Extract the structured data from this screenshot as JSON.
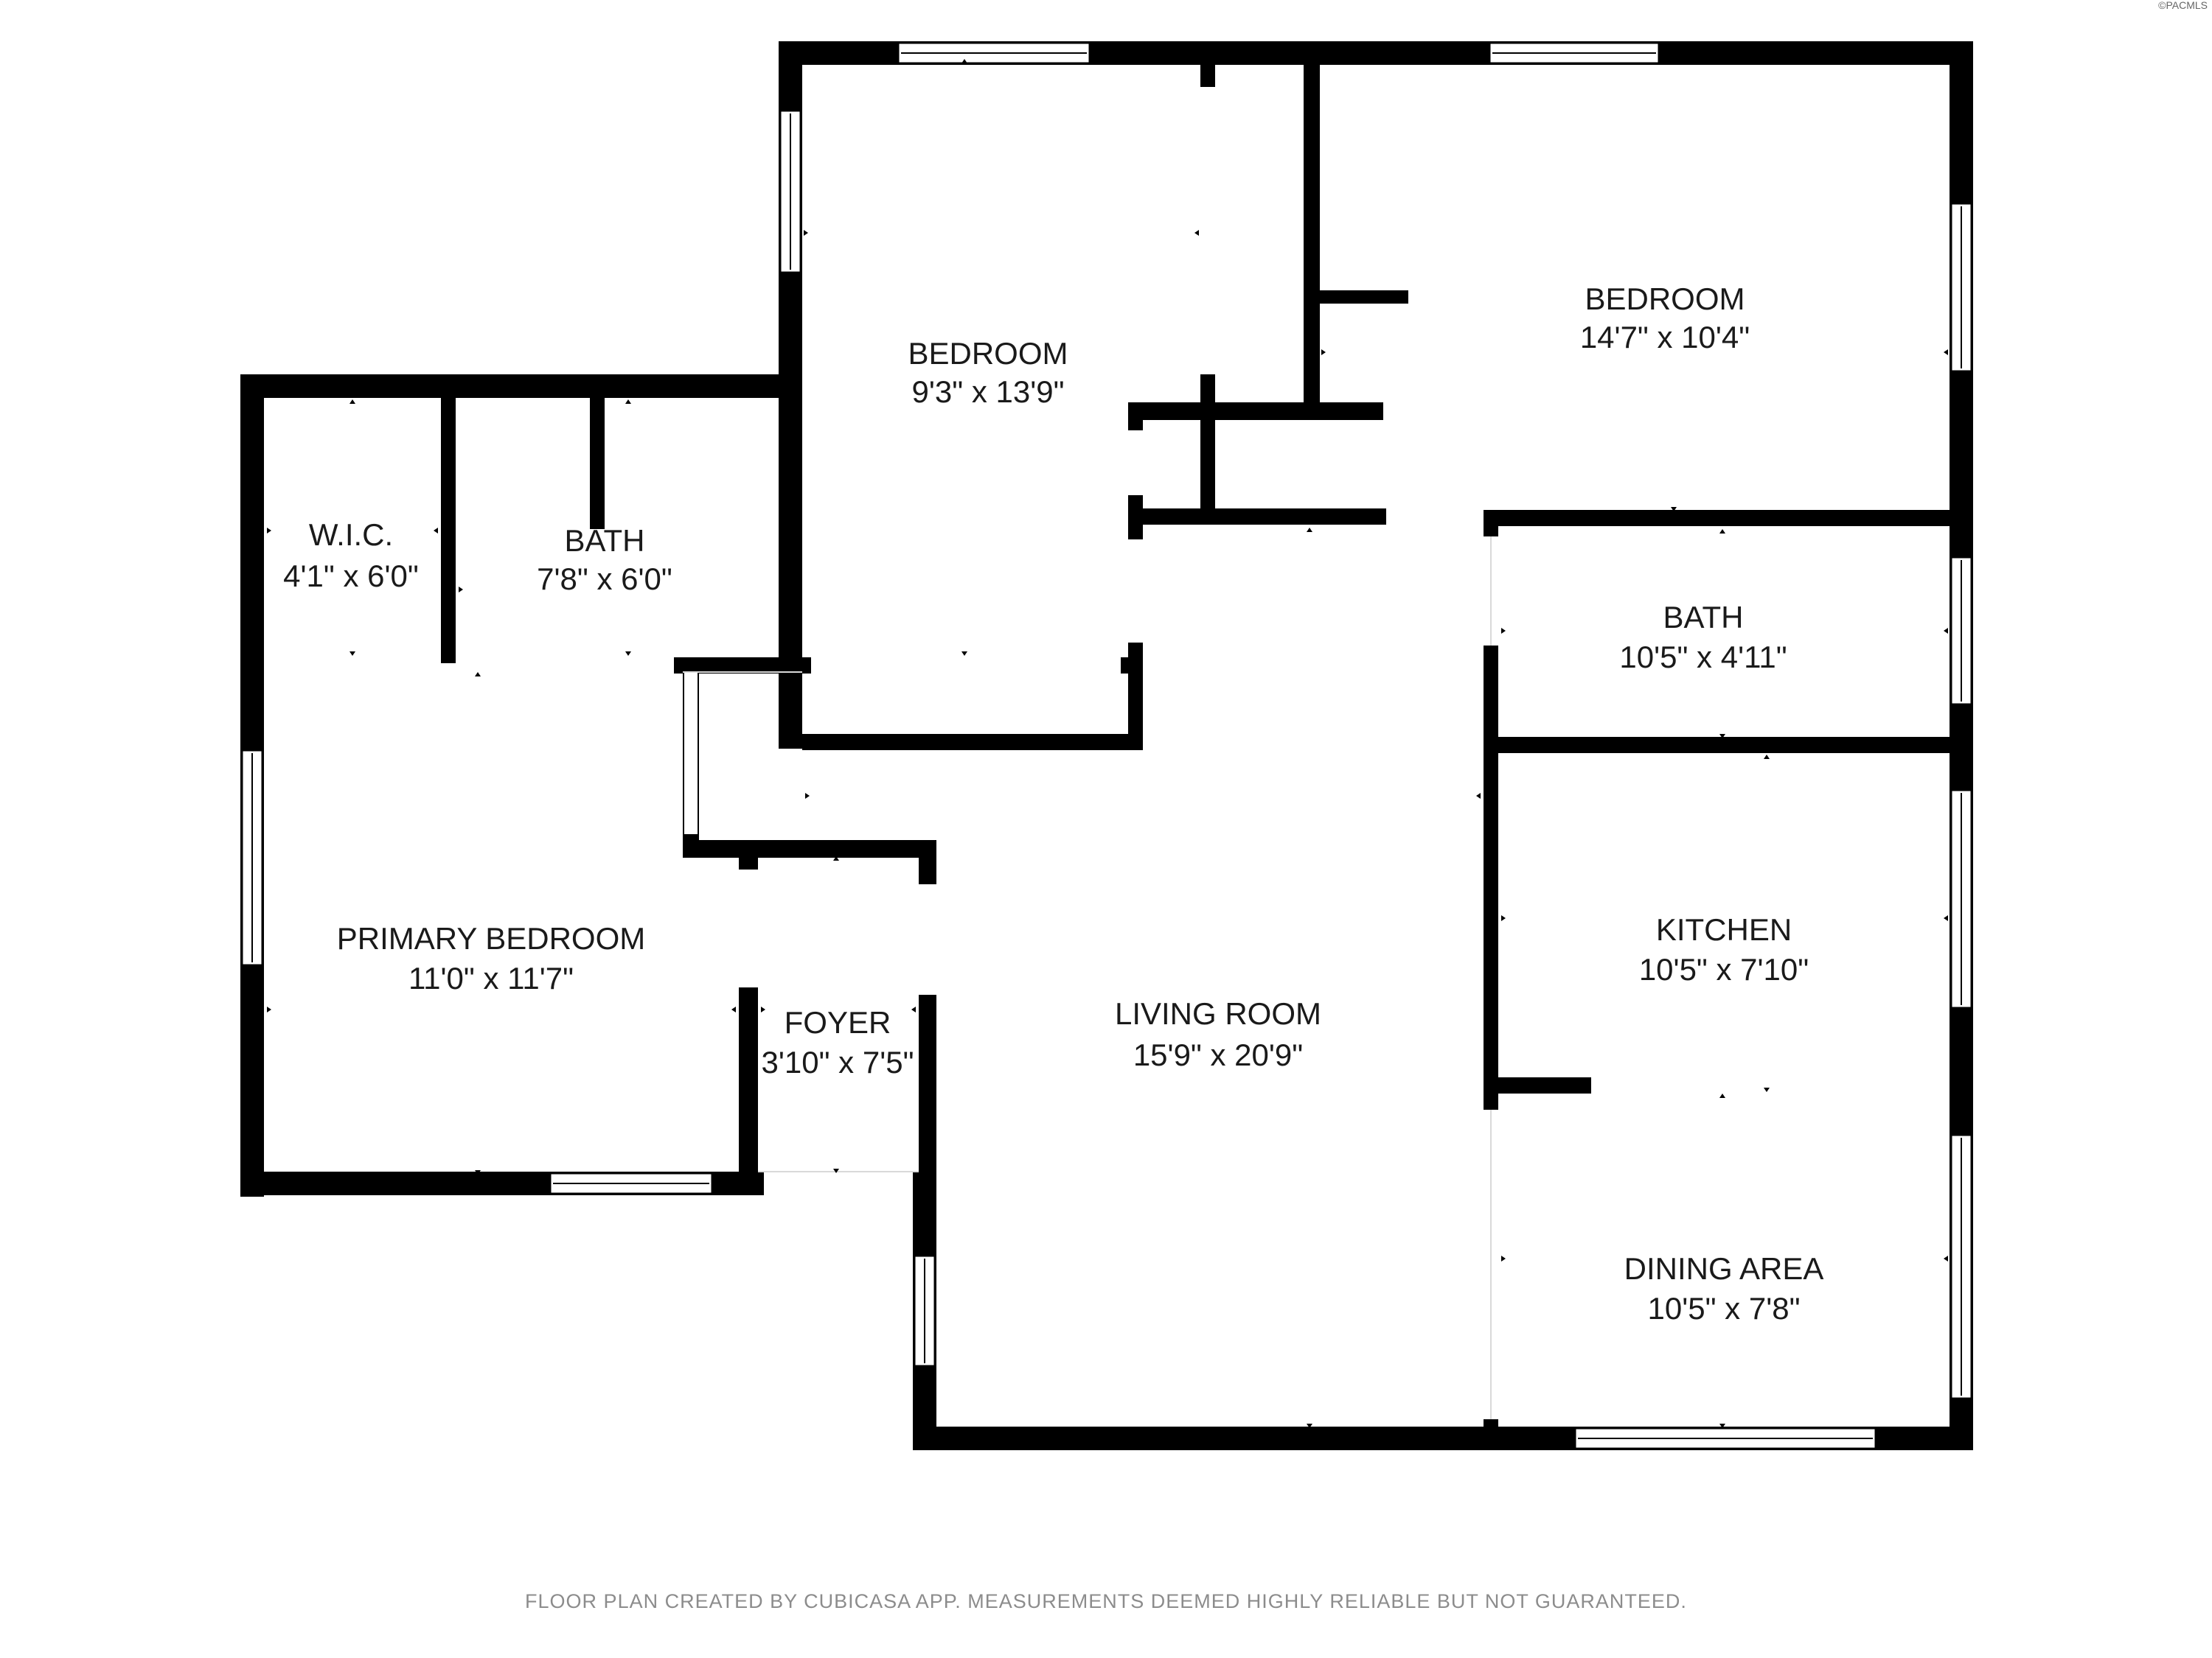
{
  "rooms": {
    "bedroom_2": {
      "name": "BEDROOM",
      "dims": "9'3\" x 13'9\""
    },
    "bedroom_3": {
      "name": "BEDROOM",
      "dims": "14'7\" x 10'4\""
    },
    "wic": {
      "name": "W.I.C.",
      "dims": "4'1\" x 6'0\""
    },
    "bath_1": {
      "name": "BATH",
      "dims": "7'8\" x 6'0\""
    },
    "bath_2": {
      "name": "BATH",
      "dims": "10'5\" x 4'11\""
    },
    "primary_bedroom": {
      "name": "PRIMARY BEDROOM",
      "dims": "11'0\" x 11'7\""
    },
    "foyer": {
      "name": "FOYER",
      "dims": "3'10\" x 7'5\""
    },
    "living_room": {
      "name": "LIVING ROOM",
      "dims": "15'9\" x 20'9\""
    },
    "kitchen": {
      "name": "KITCHEN",
      "dims": "10'5\" x 7'10\""
    },
    "dining_area": {
      "name": "DINING AREA",
      "dims": "10'5\" x 7'8\""
    }
  },
  "footer": {
    "disclaimer": "FLOOR PLAN CREATED BY CUBICASA APP. MEASUREMENTS DEEMED HIGHLY RELIABLE BUT NOT GUARANTEED."
  },
  "watermark": {
    "text": "©PACMLS"
  },
  "colors": {
    "wall": "#000000",
    "background": "#ffffff",
    "footer_text": "#8c8c8c"
  }
}
